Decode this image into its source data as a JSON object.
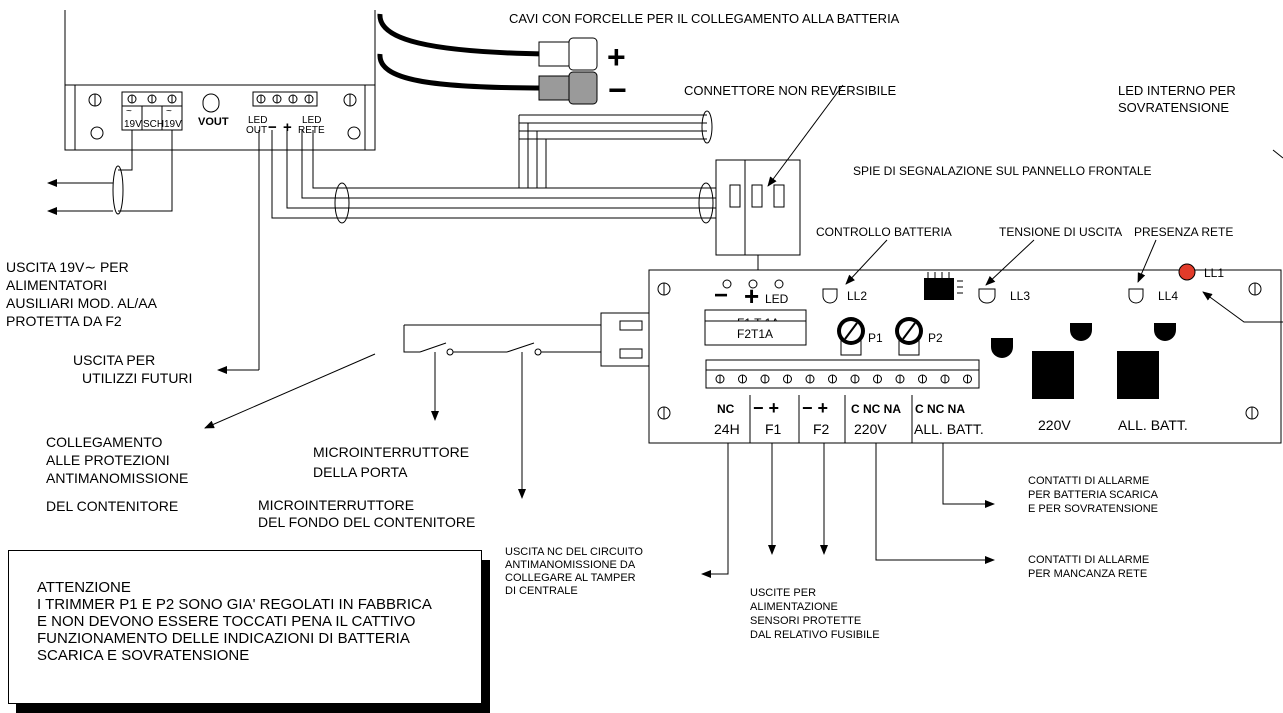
{
  "labels": {
    "cables_title": "CAVI CON  FORCELLE PER IL COLLEGAMENTO ALLA  BATTERIA",
    "plus": "+",
    "minus": "−",
    "connector": "CONNETTORE NON REVERSIBILE",
    "led_internal_1": "LED INTERNO PER",
    "led_internal_2": "SOVRATENSIONE",
    "front_panel": "SPIE DI SEGNALAZIONE SUL PANNELLO FRONTALE",
    "ctrl_battery": "CONTROLLO BATTERIA",
    "out_voltage": "TENSIONE DI USCITA",
    "mains_present": "PRESENZA RETE",
    "out19_1": "USCITA 19V∼  PER",
    "out19_2": "ALIMENTATORI",
    "out19_3": "AUSILIARI MOD. AL/AA",
    "out19_4": "PROTETTA DA  F2",
    "future_1": "USCITA  PER",
    "future_2": "UTILIZZI FUTURI",
    "tamper_1": "COLLEGAMENTO",
    "tamper_2": "ALLE PROTEZIONI",
    "tamper_3": "ANTIMANOMISSIONE",
    "tamper_4": "DEL CONTENITORE",
    "door_1": "MICROINTERRUTTORE",
    "door_2": "DELLA PORTA",
    "bottom_1": "MICROINTERRUTTORE",
    "bottom_2": "DEL FONDO DEL CONTENITORE",
    "nc_out_1": "USCITA NC  DEL CIRCUITO",
    "nc_out_2": "ANTIMANOMISSIONE DA",
    "nc_out_3": "COLLEGARE  AL TAMPER",
    "nc_out_4": "DI CENTRALE",
    "supply_1": "USCITE PER",
    "supply_2": "ALIMENTAZIONE",
    "supply_3": "SENSORI PROTETTE",
    "supply_4": "DAL RELATIVO FUSIBILE",
    "alarm_batt_1": "CONTATTI DI ALLARME",
    "alarm_batt_2": "PER BATTERIA SCARICA",
    "alarm_batt_3": "E  PER SOVRATENSIONE",
    "alarm_mains_1": "CONTATTI DI ALLARME",
    "alarm_mains_2": "PER MANCANZA RETE"
  },
  "psu": {
    "term_19v_a": "19V",
    "term_sch": "SCH",
    "term_19v_b": "19V",
    "vout": "VOUT",
    "led_out_1": "LED",
    "led_out_2": "OUT",
    "minus": "−",
    "plus": "+",
    "led_rete_1": "LED",
    "led_rete_2": "RETE"
  },
  "board": {
    "minus": "−",
    "plus": "+",
    "led": "LED",
    "fuse1": "F1 T 1A",
    "fuse2": "F2T1A",
    "ll1": "LL1",
    "ll2": "LL2",
    "ll3": "LL3",
    "ll4": "LL4",
    "p1": "P1",
    "p2": "P2",
    "nc_top": "NC",
    "h24": "24H",
    "f1_pm": "−  +",
    "f1": "F1",
    "f2_pm": "−  +",
    "f2": "F2",
    "c_nc_na_1": "C  NC  NA",
    "v220": "220V",
    "c_nc_na_2": "C  NC  NA",
    "all_batt": "ALL.  BATT.",
    "relay_220": "220V",
    "relay_allbatt": "ALL. BATT."
  },
  "note": {
    "l1": "ATTENZIONE",
    "l2": "I TRIMMER P1 E P2 SONO GIA' REGOLATI IN FABBRICA",
    "l3": "E NON DEVONO ESSERE TOCCATI PENA IL CATTIVO",
    "l4": "FUNZIONAMENTO DELLE INDICAZIONI DI BATTERIA",
    "l5": "SCARICA E SOVRATENSIONE"
  },
  "colors": {
    "led_red": "#e23b2a",
    "wire": "#000000",
    "gray_plug": "#9a9a9a"
  }
}
